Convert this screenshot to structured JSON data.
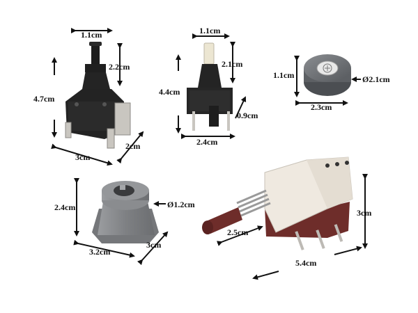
{
  "background": "#ffffff",
  "colors": {
    "switch_body": "#222222",
    "terminal": "#c9c6c0",
    "plunger_white": "#ece6d2",
    "knob_gray": "#6b6e72",
    "cap_gray": "#8b8d90",
    "housing_cream": "#efe9e0",
    "base_maroon": "#6e2d2a",
    "spring": "#9a9a9a",
    "arrow": "#111111"
  },
  "items": [
    {
      "name": "push switch large",
      "labels": [
        "1.1cm",
        "2.2cm",
        "4.7cm",
        "3cm",
        "2cm"
      ]
    },
    {
      "name": "push switch small",
      "labels": [
        "1.1cm",
        "2.1cm",
        "4.4cm",
        "0.9cm",
        "2.4cm"
      ]
    },
    {
      "name": "round knob",
      "labels": [
        "1.1cm",
        "Ø2.1cm",
        "2.3cm"
      ]
    },
    {
      "name": "gray cap",
      "labels": [
        "2.4cm",
        "Ø1.2cm",
        "3.2cm",
        "3cm"
      ]
    },
    {
      "name": "latching switch",
      "labels": [
        "3cm",
        "2.5cm",
        "5.4cm"
      ]
    }
  ]
}
